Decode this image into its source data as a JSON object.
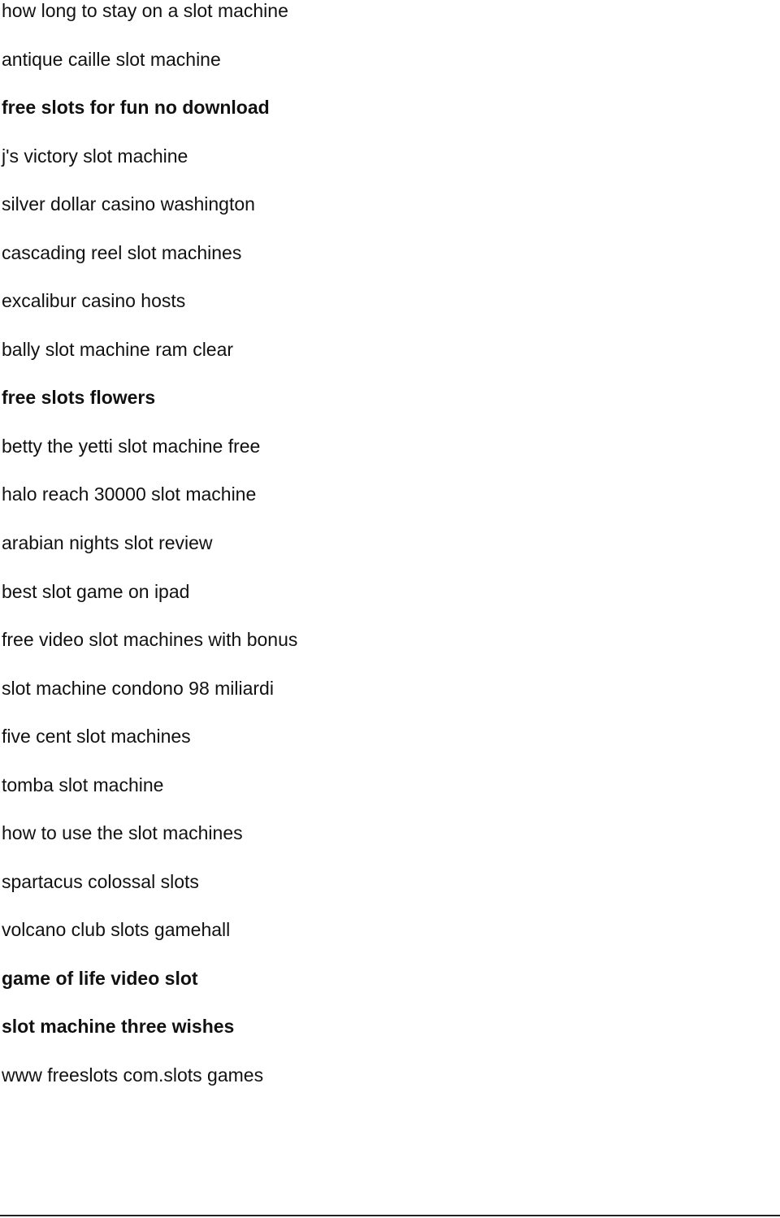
{
  "items": [
    {
      "text": "how long to stay on a slot machine",
      "bold": false
    },
    {
      "text": "antique caille slot machine",
      "bold": false
    },
    {
      "text": "free slots for fun no download",
      "bold": true
    },
    {
      "text": "j's victory slot machine",
      "bold": false
    },
    {
      "text": "silver dollar casino washington",
      "bold": false
    },
    {
      "text": "cascading reel slot machines",
      "bold": false
    },
    {
      "text": "excalibur casino hosts",
      "bold": false
    },
    {
      "text": "bally slot machine ram clear",
      "bold": false
    },
    {
      "text": "free slots flowers",
      "bold": true
    },
    {
      "text": "betty the yetti slot machine free",
      "bold": false
    },
    {
      "text": "halo reach 30000 slot machine",
      "bold": false
    },
    {
      "text": "arabian nights slot review",
      "bold": false
    },
    {
      "text": "best slot game on ipad",
      "bold": false
    },
    {
      "text": "free video slot machines with bonus",
      "bold": false
    },
    {
      "text": "slot machine condono 98 miliardi",
      "bold": false
    },
    {
      "text": "five cent slot machines",
      "bold": false
    },
    {
      "text": "tomba slot machine",
      "bold": false
    },
    {
      "text": "how to use the slot machines",
      "bold": false
    },
    {
      "text": "spartacus colossal slots",
      "bold": false
    },
    {
      "text": "volcano club slots gamehall",
      "bold": false
    },
    {
      "text": "game of life video slot",
      "bold": true
    },
    {
      "text": "slot machine three wishes",
      "bold": true
    },
    {
      "text": "www freeslots com.slots games",
      "bold": false
    }
  ]
}
